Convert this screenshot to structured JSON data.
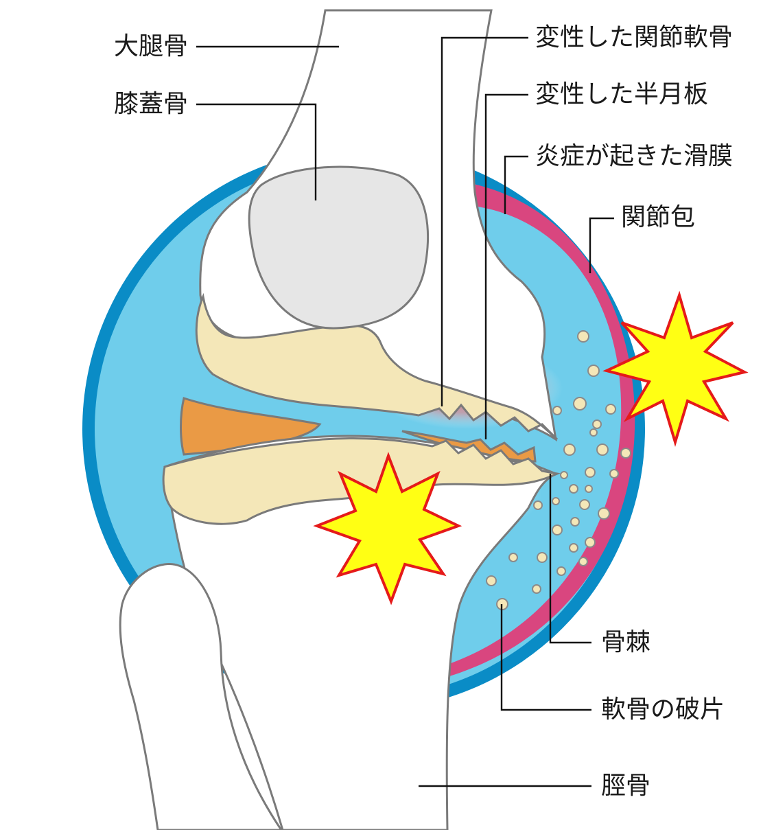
{
  "labels": {
    "femur": "大腿骨",
    "patella": "膝蓋骨",
    "degenerated_cartilage": "変性した関節軟骨",
    "degenerated_meniscus": "変性した半月板",
    "inflamed_synovium": "炎症が起きた滑膜",
    "joint_capsule": "関節包",
    "osteophyte": "骨棘",
    "cartilage_fragments": "軟骨の破片",
    "tibia": "脛骨"
  },
  "colors": {
    "capsule": "#0a8cc6",
    "synovial_fluid": "#6fcdeb",
    "synovium": "#d9467f",
    "bone": "#ffffff",
    "cartilage": "#f4e7b8",
    "meniscus": "#ea9a45",
    "patella": "#e6e6e6",
    "inflammation": "#ff6b6b",
    "pain_star_fill": "#ffff14",
    "pain_star_stroke": "#e51a1a",
    "outline": "#7a7a7a",
    "leader": "#111111"
  },
  "icons": [
    "pain-burst-icon"
  ]
}
